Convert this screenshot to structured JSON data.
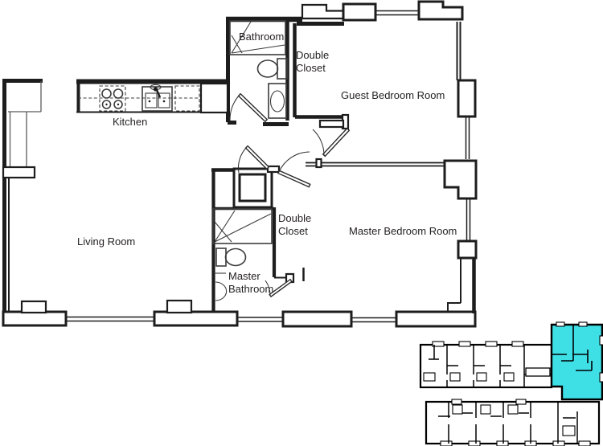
{
  "floor_plan": {
    "rooms": {
      "kitchen": "Kitchen",
      "bathroom": "Bathroom",
      "double_closet_top": [
        "Double",
        "Closet"
      ],
      "guest_bedroom": "Guest Bedroom Room",
      "living_room": "Living Room",
      "double_closet_middle": [
        "Double",
        "Closet"
      ],
      "master_bedroom": "Master Bedroom Room",
      "master_bathroom": [
        "Master",
        "Bathroom"
      ]
    },
    "text_color": "#231f20",
    "wall_color": "#1d1d1d"
  },
  "key_plan": {
    "highlight_color": "#3fdfe6",
    "wall_color": "#000000"
  }
}
